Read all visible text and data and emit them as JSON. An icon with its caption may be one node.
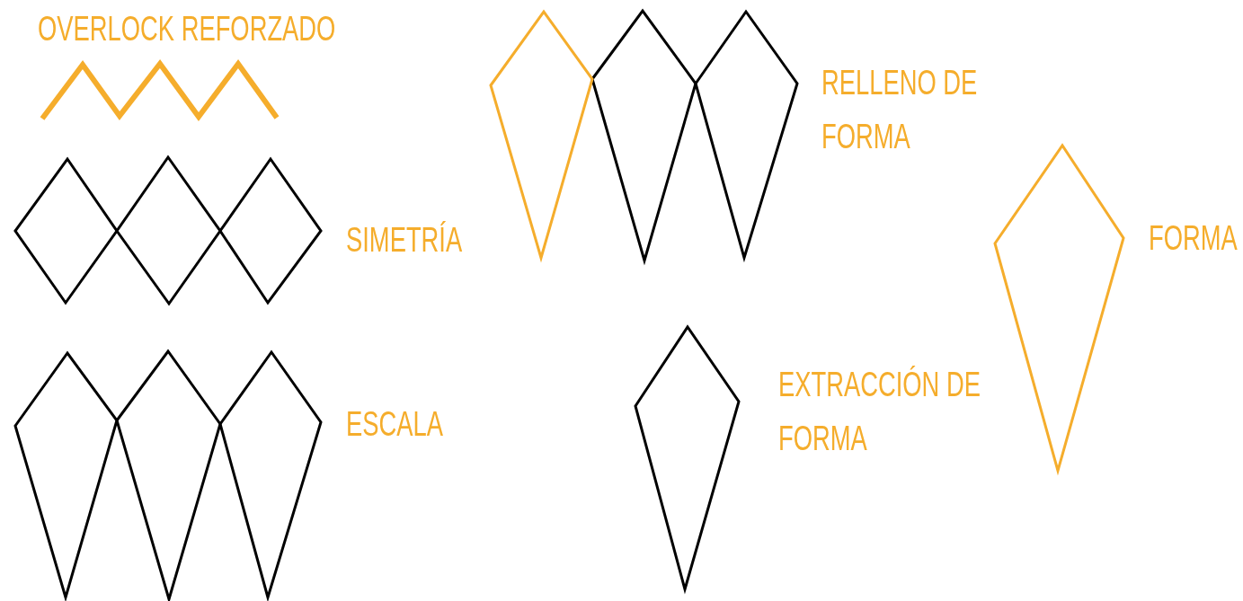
{
  "diagram": {
    "labels": [
      "OVERLOCK REFORZADO",
      "SIMETRÍA",
      "ESCALA",
      "RELLENO DE FORMA",
      "EXTRACCIÓN DE FORMA",
      "FORMA"
    ]
  }
}
